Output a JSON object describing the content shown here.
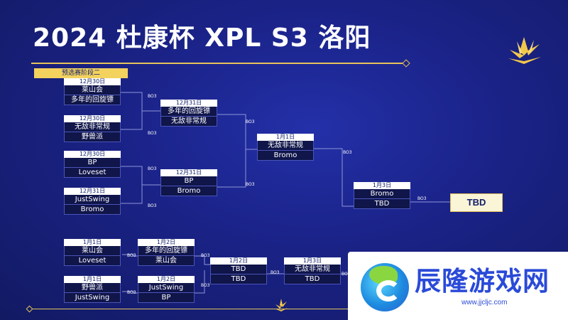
{
  "title": "2024 杜康杯 XPL S3 洛阳",
  "stage_label": "预选赛阶段二",
  "format_label": "BO3",
  "final_label": "TBD",
  "matches": [
    {
      "date": "12月30日",
      "team1": "莱山会",
      "team2": "多年的回旋镖"
    },
    {
      "date": "12月30日",
      "team1": "无敌非常规",
      "team2": "野兽派"
    },
    {
      "date": "12月30日",
      "team1": "BP",
      "team2": "Loveset"
    },
    {
      "date": "12月31日",
      "team1": "JustSwing",
      "team2": "Bromo"
    },
    {
      "date": "12月31日",
      "team1": "多年的回旋镖",
      "team2": "无敌非常规"
    },
    {
      "date": "12月31日",
      "team1": "BP",
      "team2": "Bromo"
    },
    {
      "date": "1月1日",
      "team1": "无敌非常规",
      "team2": "Bromo"
    },
    {
      "date": "1月3日",
      "team1": "Bromo",
      "team2": "TBD"
    },
    {
      "date": "1月1日",
      "team1": "莱山会",
      "team2": "Loveset"
    },
    {
      "date": "1月1日",
      "team1": "野兽派",
      "team2": "JustSwing"
    },
    {
      "date": "1月2日",
      "team1": "多年的回旋镖",
      "team2": "莱山会"
    },
    {
      "date": "1月2日",
      "team1": "JustSwing",
      "team2": "BP"
    },
    {
      "date": "1月2日",
      "team1": "TBD",
      "team2": "TBD"
    },
    {
      "date": "1月3日",
      "team1": "无敌非常规",
      "team2": "TBD"
    }
  ],
  "watermark": {
    "text": "辰隆游戏网",
    "url": "www.jjcljc.com"
  }
}
